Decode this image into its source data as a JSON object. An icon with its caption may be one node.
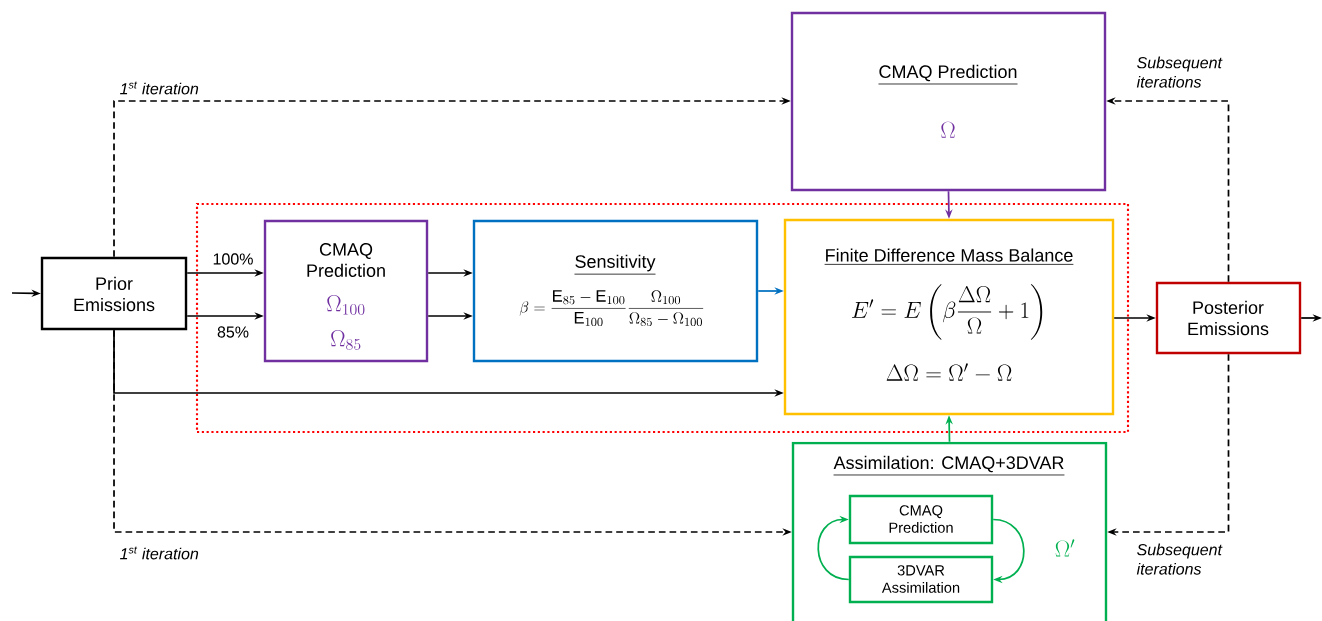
{
  "diagram": {
    "nodes": [
      {
        "text": [
          "Prior Emissions"
        ]
      },
      {
        "text": [
          "CMAQ Prediction",
          "\\Omega"
        ]
      },
      {
        "text": [],
        "shape": "box"
      },
      {
        "text": [
          "CMAQ Prediction",
          "\\Omega_{100}",
          "\\Omega_{85}"
        ],
        "in": 2
      },
      {
        "text": [
          "Sensitivity",
          "\\beta = \\frac{\\mathrm{E}_{85} - \\mathrm{E}_{100}}{\\mathrm{E}_{100}} \\frac{\\Omega_{100}}{\\Omega_{85} - \\Omega_{100}}"
        ],
        "in": 2
      },
      {
        "text": [
          "Finite Difference Mass Balance",
          "E' = E\\left(\\beta\\frac{\\Delta\\Omega}{\\Omega} + 1\\right)",
          "\\Delta\\Omega = \\Omega' - \\Omega"
        ],
        "in": 2
      },
      {
        "text": [
          "Posterior Emissions"
        ]
      },
      {
        "text": [
          "Assimilation: CMAQ+3DVAR",
          "\\Omega'"
        ]
      },
      {
        "text": [
          "CMAQ Prediction"
        ],
        "in": 7
      },
      {
        "text": [
          "3DVAR Assimilation"
        ],
        "in": 7
      }
    ],
    "edges": [
      {
        "from": null,
        "to": 0,
        "arrow": "to"
      },
      {
        "from": 0,
        "to": 3,
        "arrow": "to",
        "label": "100%"
      },
      {
        "from": 0,
        "to": 3,
        "arrow": "to",
        "label": "85%"
      },
      {
        "from": 3,
        "to": 4,
        "arrow": "to"
      },
      {
        "from": 3,
        "to": 4,
        "arrow": "to"
      },
      {
        "from": 4,
        "to": 5,
        "arrow": "to",
        "color": "#0070c0"
      },
      {
        "from": 0,
        "to": 5,
        "arrow": "to"
      },
      {
        "from": 0,
        "to": 1,
        "arrow": "to",
        "style": "dashed",
        "label": "1$^{st}$ iteration"
      },
      {
        "from": 0,
        "to": 7,
        "arrow": "to",
        "style": "dashed",
        "label": "1$^{st}$ iteration"
      },
      {
        "from": 1,
        "to": 5,
        "arrow": "to",
        "color": "#7030a0"
      },
      {
        "from": 7,
        "to": 5,
        "arrow": "to",
        "color": "#00b050"
      },
      {
        "from": 5,
        "to": 6,
        "arrow": "to"
      },
      {
        "from": 6,
        "to": null,
        "arrow": "to"
      },
      {
        "from": 6,
        "to": 1,
        "arrow": "to",
        "style": "dashed",
        "label": "Subsequent iterations"
      },
      {
        "from": 6,
        "to": 7,
        "arrow": "to",
        "style": "dashed",
        "label": "Subsequent iterations"
      },
      {
        "from": 9,
        "to": 8,
        "arrow": "to",
        "color": "#00b050"
      },
      {
        "from": 8,
        "to": 9,
        "arrow": "to",
        "color": "#00b050"
      }
    ]
  }
}
